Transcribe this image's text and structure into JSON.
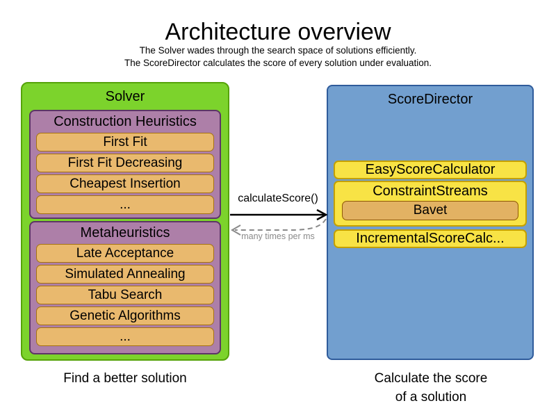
{
  "header": {
    "title": "Architecture overview",
    "subtitle_line1": "The Solver wades through the search space of solutions efficiently.",
    "subtitle_line2": "The ScoreDirector calculates the score of every solution under evaluation."
  },
  "solver": {
    "title": "Solver",
    "caption": "Find a better solution",
    "groups": [
      {
        "title": "Construction Heuristics",
        "items": [
          "First Fit",
          "First Fit Decreasing",
          "Cheapest Insertion",
          "..."
        ]
      },
      {
        "title": "Metaheuristics",
        "items": [
          "Late Acceptance",
          "Simulated Annealing",
          "Tabu Search",
          "Genetic Algorithms",
          "..."
        ]
      }
    ]
  },
  "score_director": {
    "title": "ScoreDirector",
    "caption_line1": "Calculate the score",
    "caption_line2": "of a solution",
    "calculators": [
      {
        "title": "EasyScoreCalculator"
      },
      {
        "title": "ConstraintStreams",
        "items": [
          "Bavet"
        ]
      },
      {
        "title": "IncrementalScoreCalc..."
      }
    ]
  },
  "connection": {
    "call_label": "calculateScore()",
    "frequency_label": "many times per ms"
  },
  "colors": {
    "solver_fill": "#7cd32c",
    "solver_border": "#55a309",
    "group_fill": "#ad7fa8",
    "group_border": "#5c3566",
    "item_fill": "#e9b96e",
    "item_border": "#a5720f",
    "director_fill": "#729fcf",
    "director_border": "#2f5b9b",
    "calculator_fill": "#f8e345",
    "calculator_border": "#c4a000",
    "bavet_fill": "#e2b263",
    "bavet_border": "#8f5902",
    "call_arrow": "#000000",
    "feedback_arrow": "#8a8a8a"
  }
}
